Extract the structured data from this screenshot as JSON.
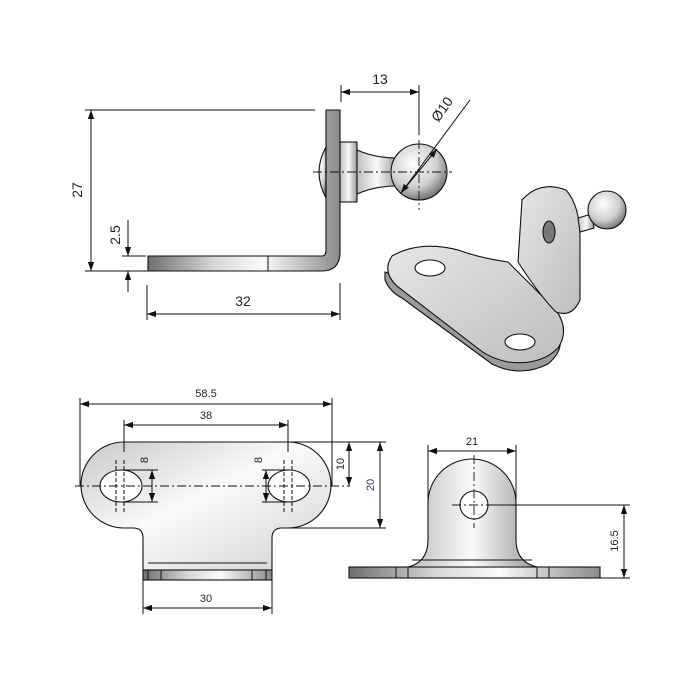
{
  "side_view": {
    "dim_ball_offset": "13",
    "dim_ball_diameter": "Ø10",
    "dim_height": "27",
    "dim_thickness": "2.5",
    "dim_leg_length": "32"
  },
  "top_view": {
    "dim_overall_width": "58.5",
    "dim_hole_spacing": "38",
    "dim_slot_left": "8",
    "dim_slot_right": "8",
    "dim_center_to_top": "10",
    "dim_plate_depth": "20",
    "dim_stem_width": "30"
  },
  "front_view": {
    "dim_upright_width": "21",
    "dim_hole_height": "16.5"
  },
  "colors": {
    "line": "#111111",
    "metal_light": "#f4f4f4",
    "metal_dark": "#7a7a7a"
  }
}
